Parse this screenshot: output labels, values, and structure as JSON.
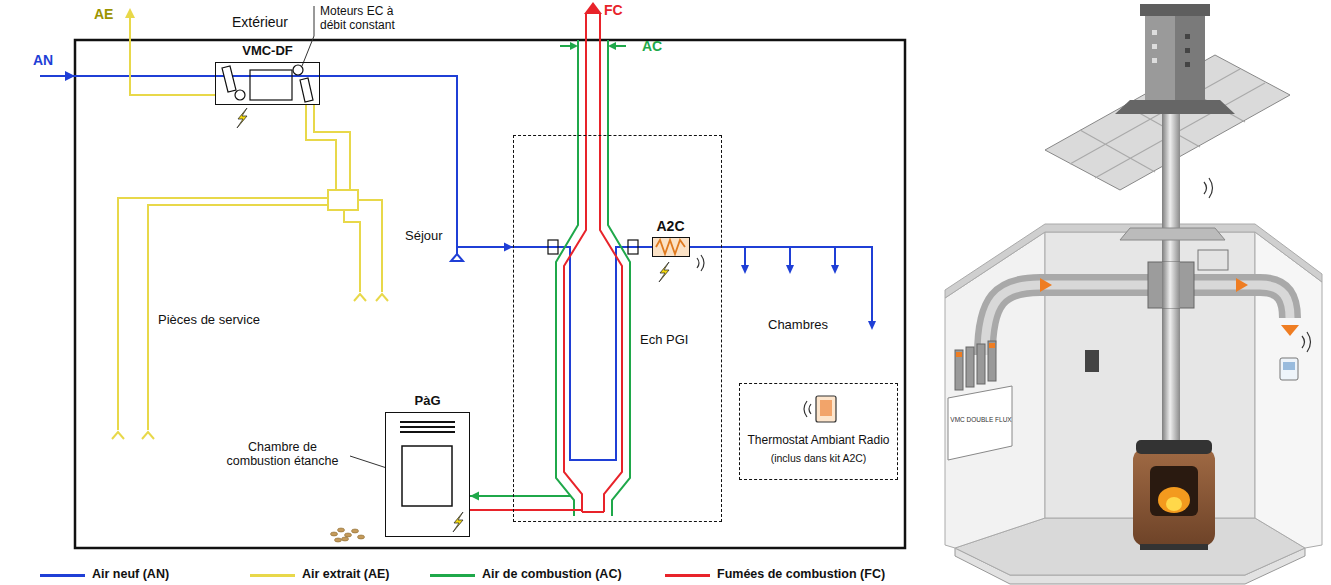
{
  "diagram": {
    "nodes": [
      {
        "text": [
          "VMC-DF"
        ]
      },
      {
        "text": [
          "Ech PGI"
        ]
      },
      {
        "text": [
          "A2C"
        ],
        "in": 1
      },
      {
        "text": [
          "PàG"
        ]
      },
      {
        "text": [
          "Thermostat Ambiant Radio",
          "(inclus dans kit A2C)"
        ]
      }
    ],
    "edges": [
      {
        "from": 0,
        "to": 1,
        "arrow": "to"
      },
      {
        "from": 3,
        "to": 1,
        "arrow": "none"
      },
      {
        "from": 1,
        "to": 3,
        "arrow": "to"
      }
    ],
    "labels": [
      "AE",
      "AN",
      "Extérieur",
      "Moteurs EC à débit constant",
      "FC",
      "AC",
      "Séjour",
      "Pièces de service",
      "Chambres",
      "Chambre de combustion étanche",
      "VMC DOUBLE FLUX"
    ],
    "legend": [
      {
        "text": "Air neuf (AN)",
        "color": "#1f3fd6"
      },
      {
        "text": "Air extrait (AE)",
        "color": "#e8d84a"
      },
      {
        "text": "Air de combustion (AC)",
        "color": "#1fa84a"
      },
      {
        "text": "Fumées de combustion (FC)",
        "color": "#e8232a"
      }
    ]
  }
}
